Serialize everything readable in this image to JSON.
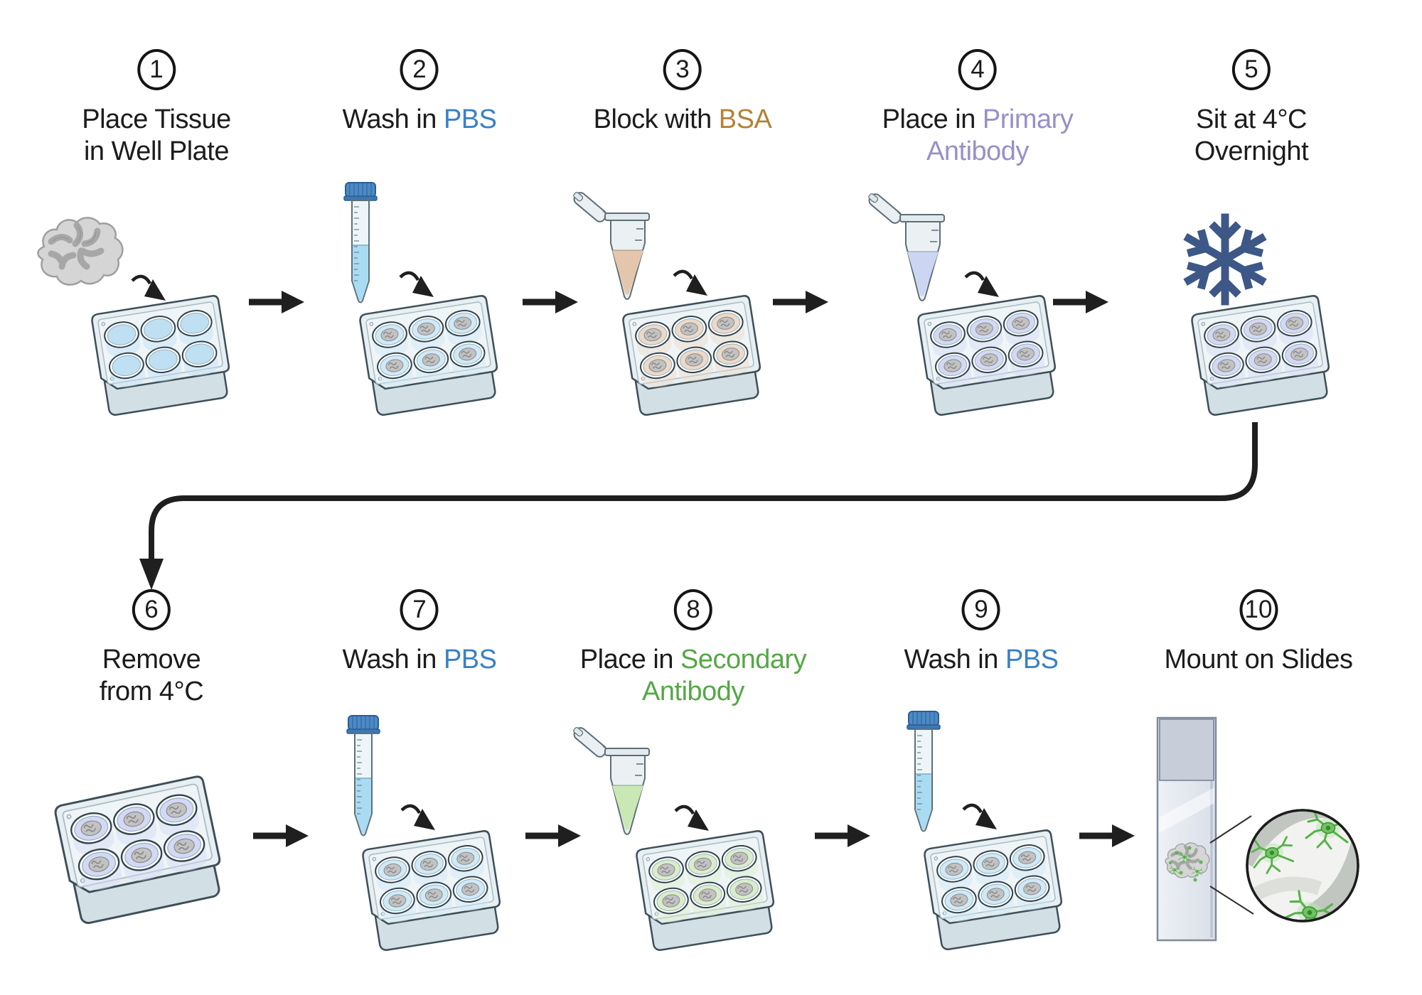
{
  "diagram_title": "",
  "colors": {
    "pbs_blue": "#3a80c4",
    "bsa_gold": "#b0823a",
    "primary_purple": "#9790c8",
    "secondary_green": "#54a845",
    "snowflake_blue": "#3d5787",
    "neuron_green": "#56b349",
    "arrow_black": "#1f1f1f",
    "well_blue": "#bfe0f3",
    "well_blue_light": "#cfe9f7",
    "well_tan": "#ecd9c8",
    "well_purple": "#d3d9f4",
    "well_green": "#daedca",
    "tube_liquid_blue": "#a9dcf3",
    "tube_liquid_tan": "#e4c6ad",
    "tube_liquid_purple": "#ccd6f2",
    "tube_liquid_green": "#c9e8b4"
  },
  "steps": [
    {
      "number": "1",
      "line1_pre": "Place Tissue",
      "line1_col": "",
      "line2_pre": "in Well Plate",
      "line2_col": "",
      "icons": [
        "brain-tissue",
        "curved-arrow",
        "well-plate"
      ],
      "plate_liquid": "blue",
      "plate_has_tissue": false
    },
    {
      "number": "2",
      "line1_pre": "Wash in ",
      "line1_col": "PBS",
      "line2_pre": "",
      "line2_col": "",
      "icons": [
        "conical-tube",
        "curved-arrow",
        "well-plate"
      ],
      "plate_liquid": "blue",
      "plate_has_tissue": true
    },
    {
      "number": "3",
      "line1_pre": "Block with ",
      "line1_col": "BSA",
      "line2_pre": "",
      "line2_col": "",
      "icons": [
        "microcentrifuge-tube",
        "curved-arrow",
        "well-plate"
      ],
      "plate_liquid": "tan",
      "plate_has_tissue": true
    },
    {
      "number": "4",
      "line1_pre": "Place in ",
      "line1_col": "Primary",
      "line2_pre": "",
      "line2_col": "Antibody",
      "icons": [
        "microcentrifuge-tube",
        "curved-arrow",
        "well-plate"
      ],
      "plate_liquid": "purple",
      "plate_has_tissue": true
    },
    {
      "number": "5",
      "line1_pre": "Sit at 4°C",
      "line1_col": "",
      "line2_pre": "Overnight",
      "line2_col": "",
      "icons": [
        "snowflake",
        "well-plate"
      ],
      "plate_liquid": "purple",
      "plate_has_tissue": true
    },
    {
      "number": "6",
      "line1_pre": "Remove",
      "line1_col": "",
      "line2_pre": "from 4°C",
      "line2_col": "",
      "icons": [
        "well-plate"
      ],
      "plate_liquid": "purple",
      "plate_has_tissue": true
    },
    {
      "number": "7",
      "line1_pre": "Wash in ",
      "line1_col": "PBS",
      "line2_pre": "",
      "line2_col": "",
      "icons": [
        "conical-tube",
        "curved-arrow",
        "well-plate"
      ],
      "plate_liquid": "blue",
      "plate_has_tissue": true
    },
    {
      "number": "8",
      "line1_pre": "Place in ",
      "line1_col": "Secondary",
      "line2_pre": "",
      "line2_col": "Antibody",
      "icons": [
        "microcentrifuge-tube",
        "curved-arrow",
        "well-plate"
      ],
      "plate_liquid": "green",
      "plate_has_tissue": true
    },
    {
      "number": "9",
      "line1_pre": "Wash in ",
      "line1_col": "PBS",
      "line2_pre": "",
      "line2_col": "",
      "icons": [
        "conical-tube",
        "curved-arrow",
        "well-plate"
      ],
      "plate_liquid": "blue",
      "plate_has_tissue": true
    },
    {
      "number": "10",
      "line1_pre": "Mount on Slides",
      "line1_col": "",
      "line2_pre": "",
      "line2_col": "",
      "icons": [
        "microscope-slide",
        "magnifier-circle",
        "neurons"
      ],
      "plate_liquid": "",
      "plate_has_tissue": false
    }
  ]
}
